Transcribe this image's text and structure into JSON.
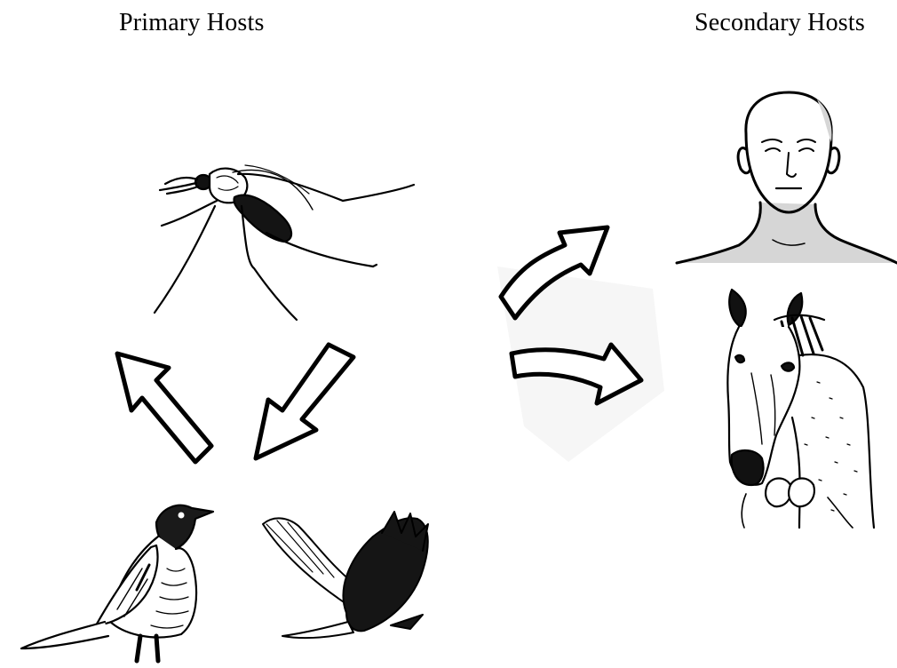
{
  "headings": {
    "primary": "Primary Hosts",
    "secondary": "Secondary Hosts"
  },
  "colors": {
    "ink": "#000000",
    "skin_shade": "#d6d6d6",
    "paper": "#ffffff"
  },
  "illustrations": {
    "primary": [
      "mosquito-drawing",
      "robin-drawing",
      "crow-flying-drawing"
    ],
    "secondary": [
      "human-head-drawing",
      "horse-head-drawing"
    ]
  }
}
